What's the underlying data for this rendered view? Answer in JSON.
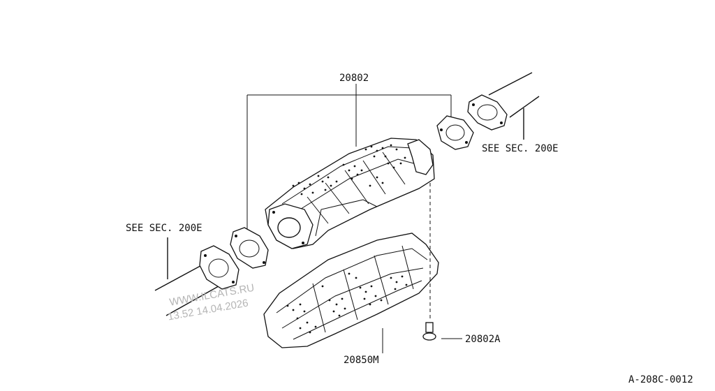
{
  "labels": {
    "cat_converter": "20802",
    "bolt": "20802A",
    "heat_shield": "20850M",
    "ref_right": "SEE SEC. 200E",
    "ref_left": "SEE SEC. 200E",
    "diagram_code": "A-208C-0012"
  },
  "watermark": {
    "site": "WWW.ILCATS.RU",
    "timestamp": "13.52 14.04.2026"
  }
}
